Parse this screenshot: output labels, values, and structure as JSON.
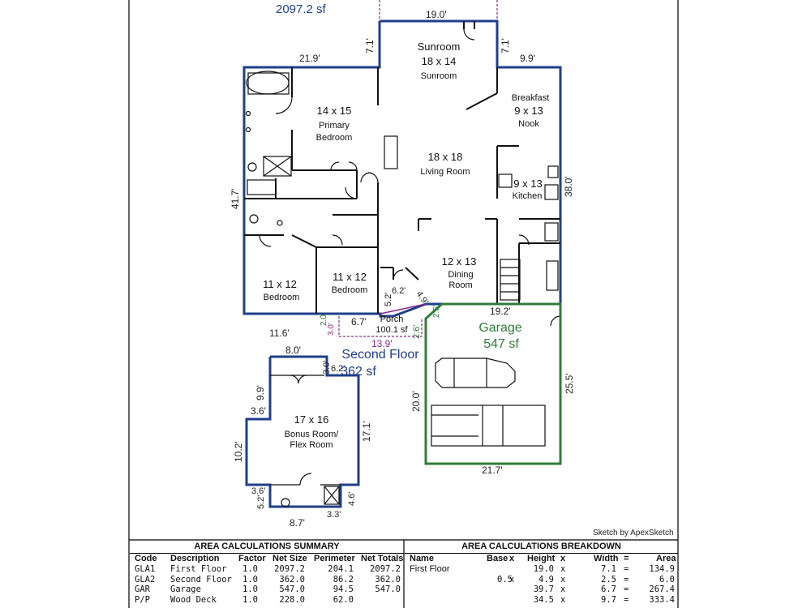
{
  "header": {
    "first_floor_total": "2097.2 sf"
  },
  "dimensions": {
    "sunroom_top": "19.0'",
    "sunroom_left": "7.1'",
    "sunroom_right": "7.1'",
    "bed_top": "21.9'",
    "nook_top": "9.9'",
    "left_side": "41.7'",
    "right_side": "38.0'",
    "bottom_left": "11.6'",
    "porch_width": "6.7'",
    "porch_base": "13.9'",
    "step_a": "2.0'",
    "step_b": "3.0'",
    "porch_depth": "2.6'",
    "entry_left": "5.2'",
    "entry_top": "6.2'",
    "entry_right": "4.9'",
    "garage_corner": "2.5'",
    "garage_top": "19.2'",
    "garage_left": "20.0'",
    "garage_right": "25.5'",
    "garage_bottom": "21.7'",
    "bonus_top": "8.0'",
    "bonus_notch_v": "3.0'",
    "bonus_notch_h": "6.2'",
    "bonus_left_upper": "9.9'",
    "bonus_left_step": "3.6'",
    "bonus_left": "10.2'",
    "bonus_right": "17.1'",
    "bath_left_a": "3.6'",
    "bath_left_b": "5.2'",
    "bath_right": "4.6'",
    "bath_bottom_small": "3.3'",
    "bath_bottom": "8.7'"
  },
  "rooms": {
    "sunroom": {
      "line1": "Sunroom",
      "line2": "18 x 14",
      "line3": "Sunroom"
    },
    "nook": {
      "line1": "Breakfast",
      "line2": "9 x 13",
      "line3": "Nook"
    },
    "primary": {
      "line1": "14 x 15",
      "line2": "Primary",
      "line3": "Bedroom"
    },
    "living": {
      "line1": "18 x 18",
      "line2": "Living Room"
    },
    "kitchen": {
      "line1": "9 x 13",
      "line2": "Kitchen"
    },
    "dining": {
      "line1": "12 x 13",
      "line2": "Dining",
      "line3": "Room"
    },
    "bed2": {
      "line1": "11 x 12",
      "line2": "Bedroom"
    },
    "bed3": {
      "line1": "11 x 12",
      "line2": "Bedroom"
    },
    "porch": {
      "line1": "Porch",
      "line2": "100.1 sf"
    },
    "garage": {
      "line1": "Garage",
      "line2": "547 sf"
    },
    "second_floor": {
      "line1": "Second Floor",
      "line2": "362 sf"
    },
    "bonus": {
      "line1": "17 x 16",
      "line2": "Bonus Room/",
      "line3": "Flex Room"
    }
  },
  "credit": "Sketch by ApexSketch",
  "summary": {
    "title": "AREA CALCULATIONS SUMMARY",
    "headers": [
      "Code",
      "Description",
      "Factor",
      "Net Size",
      "Perimeter",
      "Net Totals"
    ],
    "rows": [
      [
        "GLA1",
        "First Floor",
        "1.0",
        "2097.2",
        "204.1",
        "2097.2"
      ],
      [
        "GLA2",
        "Second Floor",
        "1.0",
        "362.0",
        "86.2",
        "362.0"
      ],
      [
        "GAR",
        "Garage",
        "1.0",
        "547.0",
        "94.5",
        "547.0"
      ],
      [
        "P/P",
        "Wood Deck",
        "1.0",
        "228.0",
        "62.0",
        ""
      ]
    ]
  },
  "breakdown": {
    "title": "AREA CALCULATIONS BREAKDOWN",
    "headers": [
      "Name",
      "Base",
      "x",
      "Height",
      "x",
      "Width",
      "=",
      "Area"
    ],
    "rows": [
      [
        "First Floor",
        "",
        "",
        "19.0",
        "x",
        "7.1",
        "=",
        "134.9"
      ],
      [
        "",
        "0.5",
        "x",
        "4.9",
        "x",
        "2.5",
        "=",
        "6.0"
      ],
      [
        "",
        "",
        "",
        "39.7",
        "x",
        "6.7",
        "=",
        "267.4"
      ],
      [
        "",
        "",
        "",
        "34.5",
        "x",
        "9.7",
        "=",
        "333.4"
      ]
    ]
  },
  "colors": {
    "floor_line": "#1f3f8a",
    "garage_line": "#2f7d3a",
    "porch_line": "#8a2a8a",
    "wall": "#111111"
  }
}
